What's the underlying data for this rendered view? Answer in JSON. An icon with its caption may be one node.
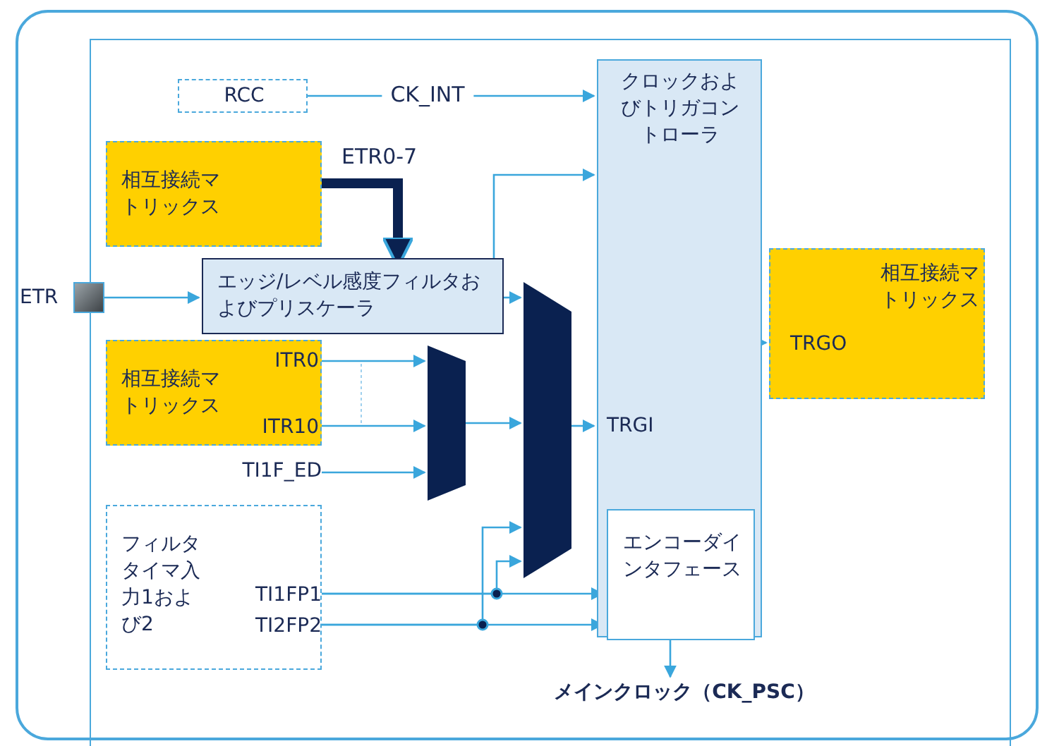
{
  "diagram": {
    "nodes": [
      {
        "text": [
          "RCC"
        ]
      },
      {
        "text": [
          "クロックおよびトリガコントローラ",
          "TRGI"
        ]
      },
      {
        "text": [
          "エンコーダインタフェース"
        ],
        "in": 1
      },
      {
        "text": [
          "相互接続マトリックス"
        ]
      },
      {
        "text": [
          "エッジ/レベル感度フィルタおよびプリスケーラ"
        ]
      },
      {
        "text": [
          "ETR"
        ]
      },
      {
        "text": [
          "相互接続マトリックス",
          "ITR0",
          "ITR10"
        ]
      },
      {
        "text": [
          "TI1F_ED"
        ]
      },
      {
        "text": [],
        "shape": "trapezoid"
      },
      {
        "text": [],
        "shape": "trapezoid"
      },
      {
        "text": [
          "フィルタタイマ入力1および2",
          "TI1FP1",
          "TI2FP2"
        ]
      },
      {
        "text": [
          "相互接続マトリックス",
          "TRGO"
        ]
      },
      {
        "text": [
          "メインクロック（CK_PSC）"
        ]
      }
    ],
    "edges": [
      {
        "from": 0,
        "to": 1,
        "arrow": "to",
        "label": "CK_INT"
      },
      {
        "from": 3,
        "to": 4,
        "arrow": "to",
        "label": "ETR0-7",
        "style": "thick",
        "color": "#0a2150"
      },
      {
        "from": 5,
        "to": 4,
        "arrow": "to"
      },
      {
        "from": 4,
        "to": 1,
        "arrow": "to"
      },
      {
        "from": 4,
        "to": 9,
        "arrow": "to"
      },
      {
        "from": 6,
        "to": 8,
        "arrow": "to"
      },
      {
        "from": 6,
        "to": 8,
        "arrow": "to"
      },
      {
        "from": 7,
        "to": 8,
        "arrow": "to"
      },
      {
        "from": 8,
        "to": 9,
        "arrow": "to"
      },
      {
        "from": 10,
        "to": 9,
        "arrow": "to"
      },
      {
        "from": 10,
        "to": 9,
        "arrow": "to"
      },
      {
        "from": 10,
        "to": 2,
        "arrow": "to"
      },
      {
        "from": 10,
        "to": 2,
        "arrow": "to"
      },
      {
        "from": 9,
        "to": 1,
        "arrow": "to"
      },
      {
        "from": 1,
        "to": 11,
        "arrow": "to"
      },
      {
        "from": 1,
        "to": 12,
        "arrow": "to"
      }
    ]
  }
}
